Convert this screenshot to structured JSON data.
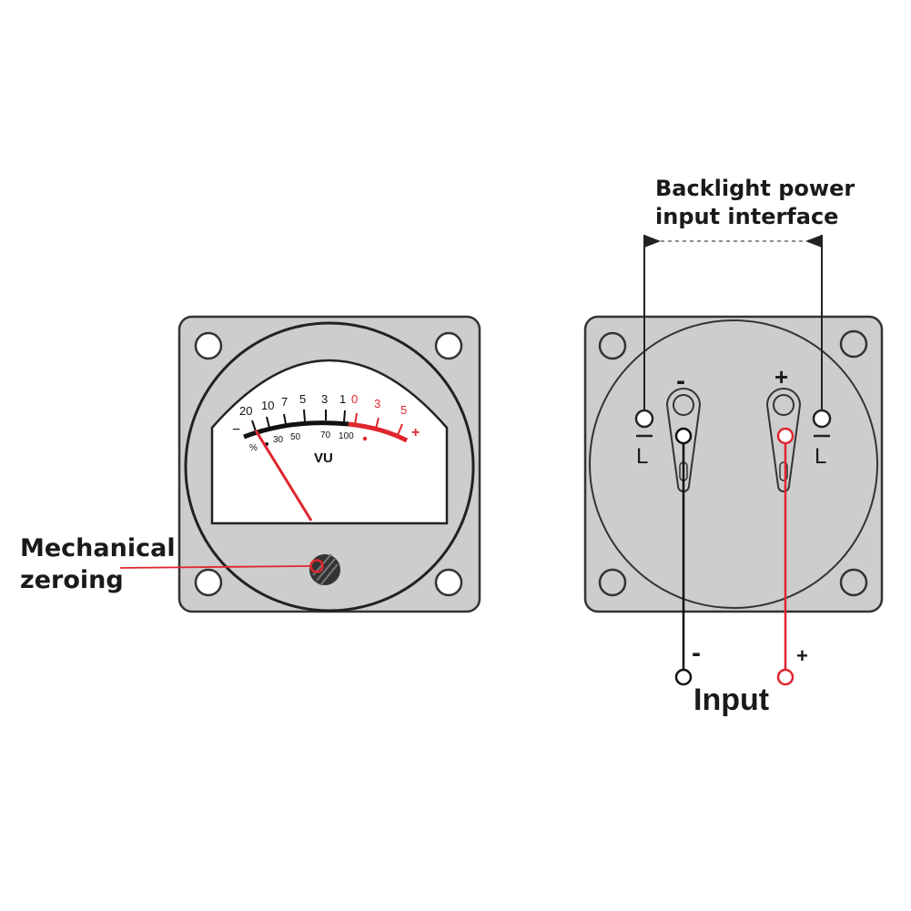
{
  "colors": {
    "panel": "#cdcdcd",
    "outline": "#222222",
    "red": "#e0262e",
    "dial_face": "#ffffff",
    "knob": "#333333"
  },
  "front": {
    "scale_black": [
      "20",
      "10",
      "7",
      "5",
      "3",
      "1"
    ],
    "scale_red": [
      "0",
      "3",
      "5"
    ],
    "percent_labels": [
      "30",
      "50",
      "70",
      "100"
    ],
    "percent_sign": "%",
    "minus": "−",
    "plus": "+",
    "vu_label": "VU",
    "zeroing_label_line1": "Mechanical",
    "zeroing_label_line2": "zeroing"
  },
  "back": {
    "backlight_line1": "Backlight power",
    "backlight_line2": "input interface",
    "terminal_minus": "-",
    "terminal_plus": "+",
    "lamp_left": "L",
    "lamp_right": "L",
    "wire_minus": "-",
    "wire_plus": "+",
    "input_label": "Input"
  }
}
